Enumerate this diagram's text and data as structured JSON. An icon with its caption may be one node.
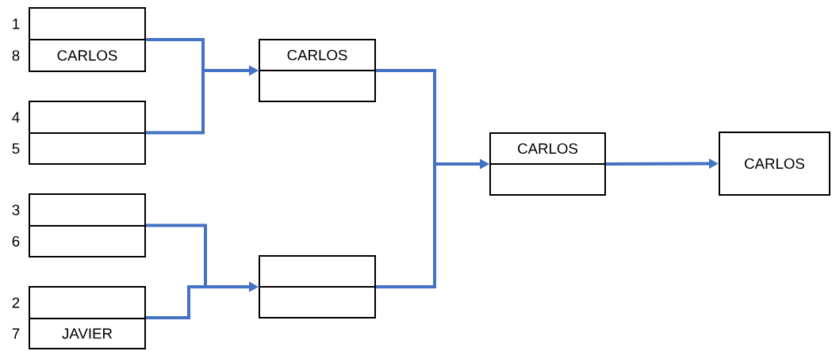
{
  "diagram": {
    "nodes": [
      {
        "text": [],
        "shape": "box"
      },
      {
        "text": [],
        "shape": "box",
        "in": 0,
        "beside": [
          "1"
        ]
      },
      {
        "text": [
          "CARLOS"
        ],
        "in": 0,
        "beside": [
          "8"
        ]
      },
      {
        "text": [],
        "shape": "box"
      },
      {
        "text": [],
        "shape": "box",
        "in": 3,
        "beside": [
          "4"
        ]
      },
      {
        "text": [],
        "shape": "box",
        "in": 3,
        "beside": [
          "5"
        ]
      },
      {
        "text": [],
        "shape": "box"
      },
      {
        "text": [],
        "shape": "box",
        "in": 6,
        "beside": [
          "3"
        ]
      },
      {
        "text": [],
        "shape": "box",
        "in": 6,
        "beside": [
          "6"
        ]
      },
      {
        "text": [],
        "shape": "box"
      },
      {
        "text": [],
        "shape": "box",
        "in": 9,
        "beside": [
          "2"
        ]
      },
      {
        "text": [
          "JAVIER"
        ],
        "in": 9,
        "beside": [
          "7"
        ]
      },
      {
        "text": [],
        "shape": "box"
      },
      {
        "text": [
          "CARLOS"
        ],
        "in": 12
      },
      {
        "text": [],
        "shape": "box",
        "in": 12
      },
      {
        "text": [],
        "shape": "box"
      },
      {
        "text": [],
        "shape": "box",
        "in": 15
      },
      {
        "text": [],
        "shape": "box",
        "in": 15
      },
      {
        "text": [],
        "shape": "box"
      },
      {
        "text": [
          "CARLOS"
        ],
        "in": 18
      },
      {
        "text": [],
        "shape": "box",
        "in": 18
      },
      {
        "text": [
          "CARLOS"
        ]
      }
    ],
    "edges": [
      {
        "from": 0,
        "to": 12,
        "arrow": "to"
      },
      {
        "from": 3,
        "to": 12,
        "arrow": "to"
      },
      {
        "from": 6,
        "to": 15,
        "arrow": "to"
      },
      {
        "from": 9,
        "to": 15,
        "arrow": "to"
      },
      {
        "from": 12,
        "to": 18,
        "arrow": "to"
      },
      {
        "from": 15,
        "to": 18,
        "arrow": "to"
      },
      {
        "from": 18,
        "to": 21,
        "arrow": "to"
      }
    ]
  }
}
